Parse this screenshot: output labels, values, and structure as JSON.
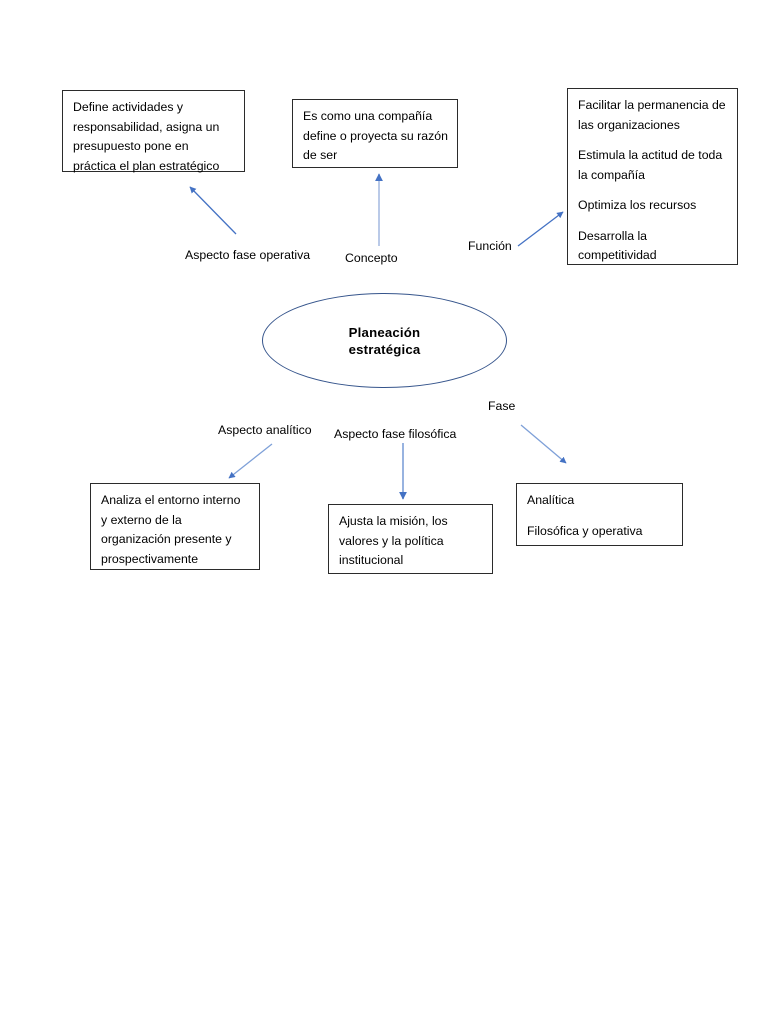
{
  "diagram": {
    "type": "concept-map",
    "title": "Planeación estratégica",
    "accent_color": "#4472c4",
    "box_border_color": "#2b2b2b",
    "ellipse_border_color": "#36558c",
    "background_color": "#ffffff",
    "center_node": {
      "label_line_1": "Planeación",
      "label_line_2": "estratégica",
      "shape": "ellipse"
    },
    "boxes": [
      {
        "id": "aspecto-fase-operativa-box",
        "lines": [
          "Define actividades y responsabilidad, asigna un presupuesto pone en práctica el plan estratégico"
        ]
      },
      {
        "id": "concepto-box",
        "lines": [
          "Es como una compañía define o proyecta su razón de ser"
        ]
      },
      {
        "id": "funcion-box",
        "lines": [
          "Facilitar la permanencia de las organizaciones",
          "Estimula la actitud de toda la compañía",
          "Optimiza los recursos",
          "Desarrolla la competitividad"
        ]
      },
      {
        "id": "aspecto-analitico-box",
        "lines": [
          "Analiza el entorno interno y externo de la organización presente y prospectivamente"
        ]
      },
      {
        "id": "aspecto-fase-filosofica-box",
        "lines": [
          "Ajusta la misión, los valores y la política institucional"
        ]
      },
      {
        "id": "fase-box",
        "lines": [
          "Analítica",
          "Filosófica y operativa"
        ]
      }
    ],
    "edge_labels": [
      {
        "id": "aspecto-fase-operativa",
        "text": "Aspecto fase operativa"
      },
      {
        "id": "concepto",
        "text": "Concepto"
      },
      {
        "id": "funcion",
        "text": "Función"
      },
      {
        "id": "aspecto-analitico",
        "text": "Aspecto analítico"
      },
      {
        "id": "aspecto-fase-filosofica",
        "text": "Aspecto fase filosófica"
      },
      {
        "id": "fase",
        "text": "Fase"
      }
    ]
  }
}
